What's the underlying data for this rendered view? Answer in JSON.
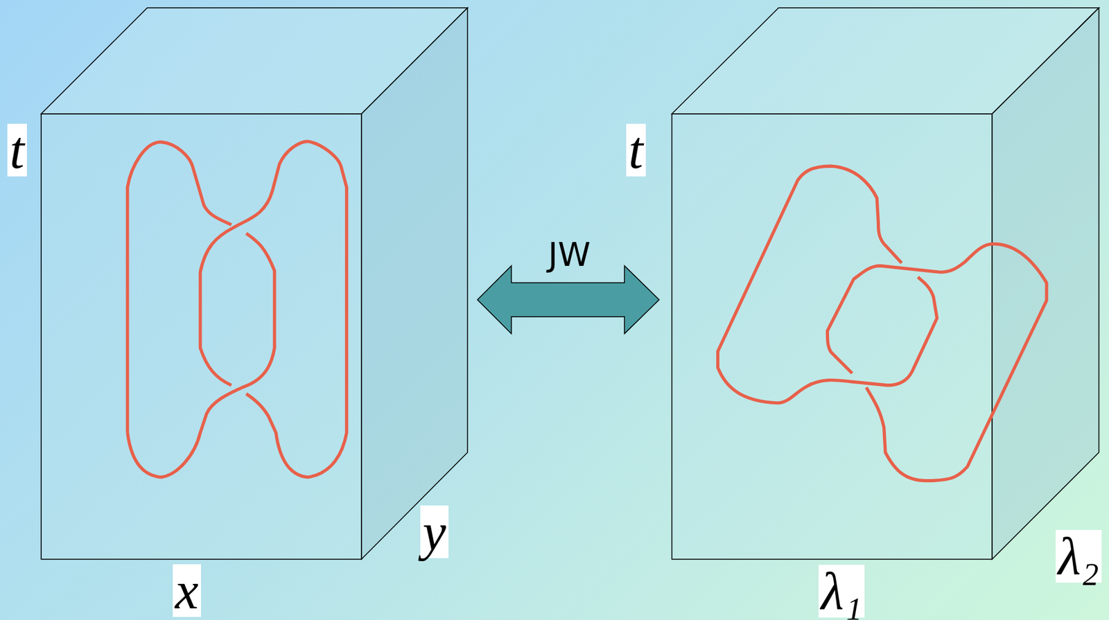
{
  "diagram": {
    "labels": [
      "t",
      "x",
      "y",
      "JW",
      "t",
      "λ₁",
      "λ₂"
    ]
  }
}
